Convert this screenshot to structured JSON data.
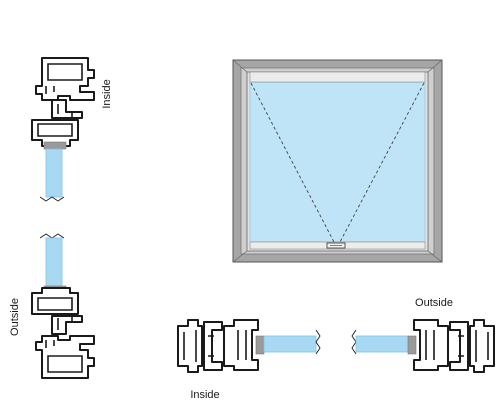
{
  "labels": {
    "inside_left": "Inside",
    "outside_left": "Outside",
    "outside_bottom": "Outside",
    "inside_bottom": "Inside"
  },
  "colors": {
    "glass": "#bfe4f7",
    "glass_profile": "#a9d8f2",
    "frame": "#9e9e9e",
    "frame_inner": "#c8c8c8",
    "gasket": "#9a9a9a",
    "line": "#1a1a1a"
  }
}
